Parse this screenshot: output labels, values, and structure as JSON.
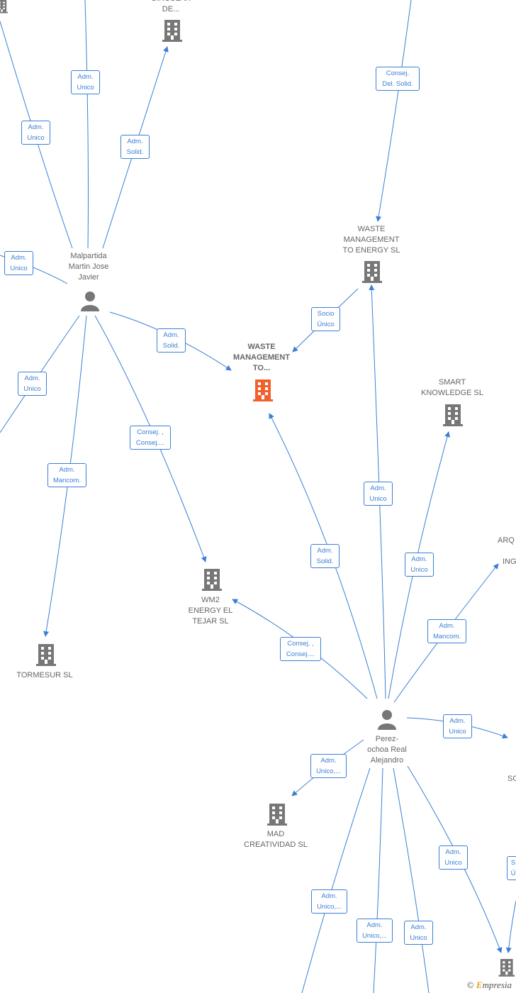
{
  "nodes": {
    "circular": {
      "label": "CIRCULAR\nDE..."
    },
    "malpartida": {
      "label": "Malpartida\nMartin Jose\nJavier"
    },
    "wm_energy_sl": {
      "label": "WASTE\nMANAGEMENT\nTO ENERGY  SL"
    },
    "wm_center": {
      "label": "WASTE\nMANAGEMENT\nTO..."
    },
    "smart": {
      "label": "SMART\nKNOWLEDGE SL"
    },
    "wm2": {
      "label": "WM2\nENERGY EL\nTEJAR  SL"
    },
    "tormesur": {
      "label": "TORMESUR SL"
    },
    "perez": {
      "label": "Perez-\nochoa Real\nAlejandro"
    },
    "mad": {
      "label": "MAD\nCREATIVIDAD SL"
    },
    "arq": {
      "label": "ARQ"
    },
    "ing": {
      "label": "ING"
    },
    "so": {
      "label": "SO"
    }
  },
  "edges": {
    "e1": "Adm.\nUnico",
    "e2": "Adm.\nUnico",
    "e3": "Adm.\nSolid.",
    "e4": "Consej.\nDel. Solid.",
    "e5": "Adm.\nUnico",
    "e6": "Adm.\nSolid.",
    "e7": "Socio\nÚnico",
    "e8": "Adm.\nUnico",
    "e9": "Consej. ,\nConsej....",
    "e10": "Adm.\nMancom.",
    "e11": "Adm.\nUnico",
    "e12": "Adm.\nSolid.",
    "e13": "Adm.\nUnico",
    "e14": "Adm.\nMancom.",
    "e15": "Consej. ,\nConsej....",
    "e16": "Adm.\nUnico",
    "e17": "Adm.\nUnico,...",
    "e18": "Adm.\nUnico",
    "e19": "Adm.\nUnico,...",
    "e20": "Adm.\nUnico,...",
    "e21": "Adm.\nUnico",
    "e22": "S\nÚ"
  },
  "watermark": {
    "copyright": "©",
    "brand_e": "E",
    "brand_rest": "mpresia"
  },
  "colors": {
    "edge": "#3b7fd4",
    "node": "#777777",
    "center": "#f0622d"
  }
}
